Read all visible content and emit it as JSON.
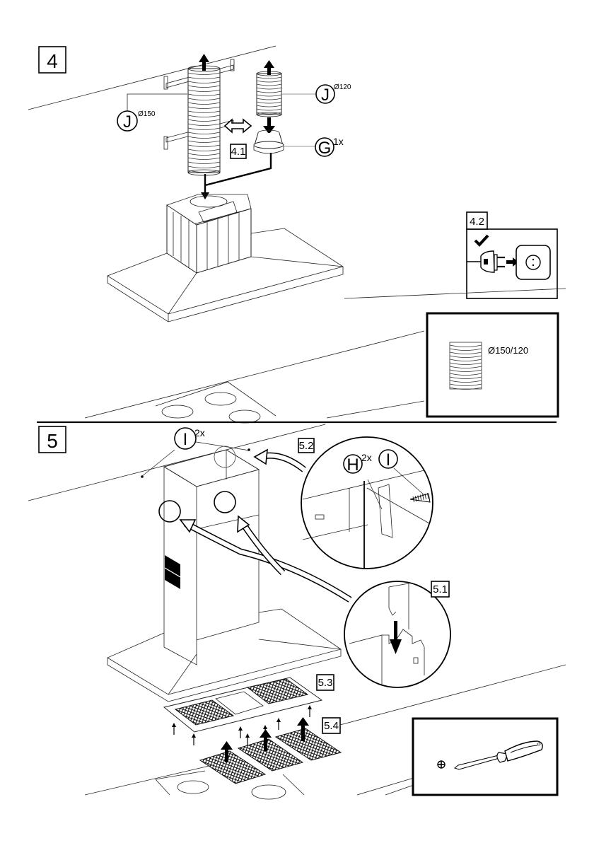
{
  "document": {
    "type": "installation-manual-page",
    "subject": "cooker hood assembly"
  },
  "steps": [
    {
      "number": "4",
      "substeps": [
        {
          "id": "4.1",
          "label": "4.1",
          "description": "attach duct to hood outlet (with optional reducer)"
        },
        {
          "id": "4.2",
          "label": "4.2",
          "description": "plug into power socket",
          "check_icon": "checkmark-icon"
        }
      ],
      "parts": [
        {
          "letter": "J",
          "sup": "Ø150",
          "name": "flexible duct 150"
        },
        {
          "letter": "J",
          "sup": "Ø120",
          "name": "flexible duct 120"
        },
        {
          "letter": "G",
          "sup": "1x",
          "name": "reducer"
        }
      ],
      "info_box": {
        "icon": "flexible-duct-icon",
        "label": "Ø150/120"
      }
    },
    {
      "number": "5",
      "substeps": [
        {
          "id": "5.1",
          "label": "5.1",
          "description": "slide chimney bracket down"
        },
        {
          "id": "5.2",
          "label": "5.2",
          "description": "fix chimney to bracket with screw"
        },
        {
          "id": "5.3",
          "label": "5.3",
          "description": "fit grease filter panel"
        },
        {
          "id": "5.4",
          "label": "5.4",
          "description": "insert filters"
        }
      ],
      "parts": [
        {
          "letter": "I",
          "sup": "2x",
          "name": "screw"
        },
        {
          "letter": "H",
          "sup": "2x",
          "name": "bracket"
        },
        {
          "letter": "I",
          "sup": "",
          "name": "screw"
        }
      ],
      "tool_box": {
        "icons": [
          "phillips-head-icon",
          "screwdriver-icon"
        ]
      }
    }
  ],
  "colors": {
    "ink": "#000000",
    "paper": "#ffffff"
  }
}
